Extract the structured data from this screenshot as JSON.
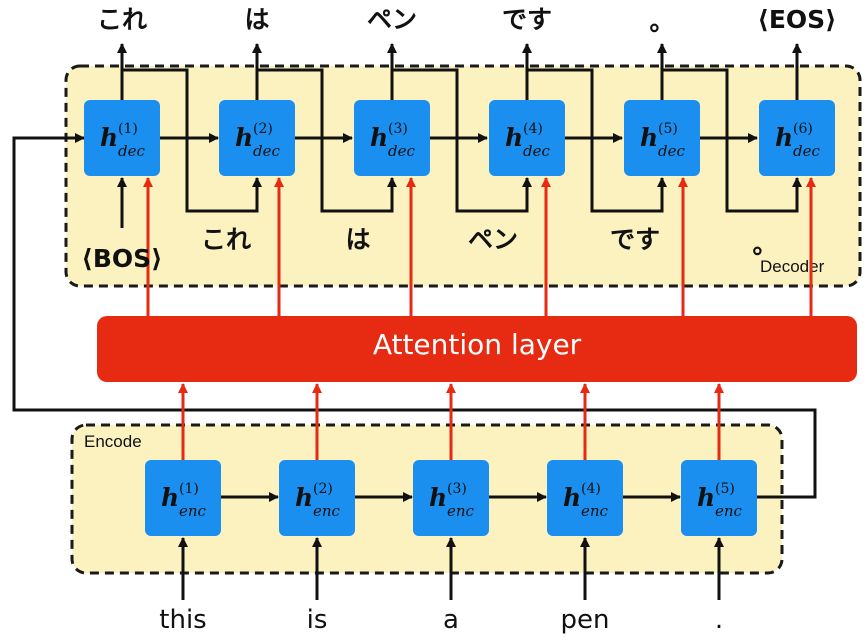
{
  "decoder": {
    "label": "Decoder",
    "hidden_base": "h",
    "hidden_sub": "dec",
    "steps": [
      "(1)",
      "(2)",
      "(3)",
      "(4)",
      "(5)",
      "(6)"
    ],
    "outputs": [
      "これ",
      "は",
      "ペン",
      "です",
      "。",
      "⟨EOS⟩"
    ],
    "inputs": [
      "⟨BOS⟩",
      "これ",
      "は",
      "ペン",
      "です",
      "。"
    ]
  },
  "encoder": {
    "label": "Encode",
    "hidden_base": "h",
    "hidden_sub": "enc",
    "steps": [
      "(1)",
      "(2)",
      "(3)",
      "(4)",
      "(5)"
    ],
    "inputs": [
      "this",
      "is",
      "a",
      "pen",
      "."
    ]
  },
  "attention": {
    "label": "Attention layer"
  },
  "colors": {
    "cell": "#1a8ff0",
    "attention": "#e62b12",
    "region_fill": "#fbf2c0",
    "arrow": "#111111"
  }
}
